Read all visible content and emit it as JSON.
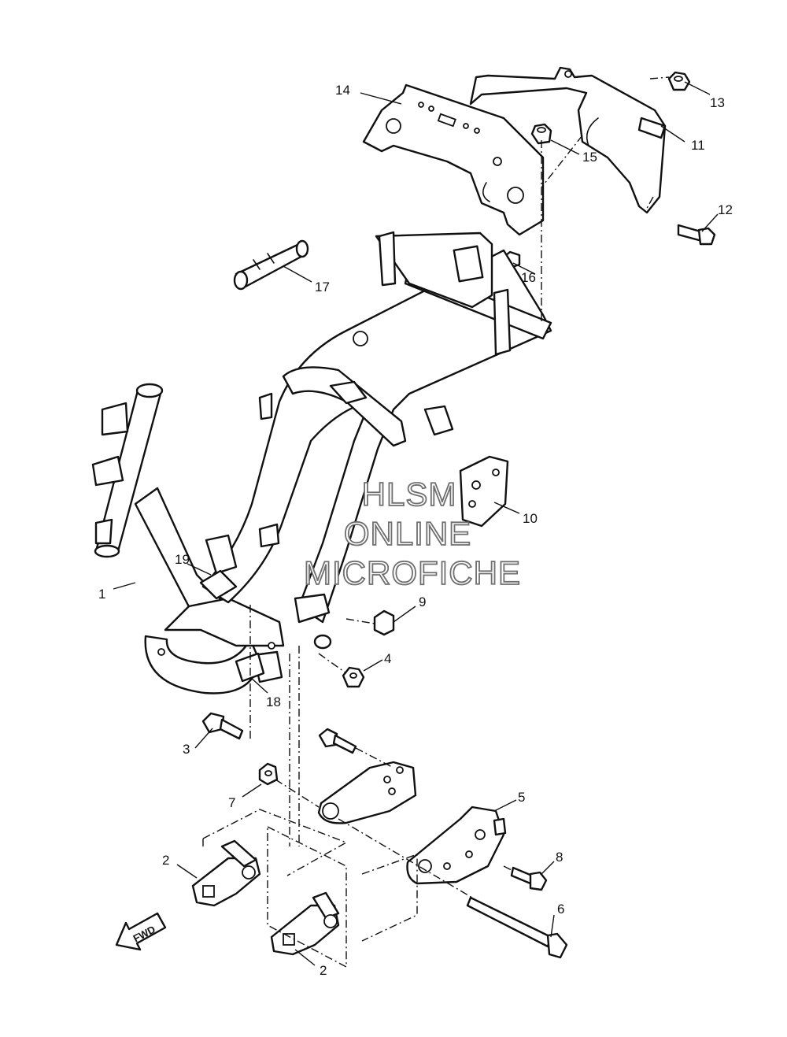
{
  "diagram": {
    "callouts": [
      {
        "id": "c1",
        "label": "1"
      },
      {
        "id": "c2a",
        "label": "2"
      },
      {
        "id": "c2b",
        "label": "2"
      },
      {
        "id": "c3",
        "label": "3"
      },
      {
        "id": "c4",
        "label": "4"
      },
      {
        "id": "c5",
        "label": "5"
      },
      {
        "id": "c6",
        "label": "6"
      },
      {
        "id": "c7",
        "label": "7"
      },
      {
        "id": "c8",
        "label": "8"
      },
      {
        "id": "c9",
        "label": "9"
      },
      {
        "id": "c10",
        "label": "10"
      },
      {
        "id": "c11",
        "label": "11"
      },
      {
        "id": "c12",
        "label": "12"
      },
      {
        "id": "c13",
        "label": "13"
      },
      {
        "id": "c14",
        "label": "14"
      },
      {
        "id": "c15",
        "label": "15"
      },
      {
        "id": "c16",
        "label": "16"
      },
      {
        "id": "c17",
        "label": "17"
      },
      {
        "id": "c18",
        "label": "18"
      },
      {
        "id": "c19",
        "label": "19"
      }
    ],
    "watermark": [
      "HLSM",
      "ONLINE",
      "MICROFICHE"
    ],
    "direction_marker": "FWD"
  }
}
